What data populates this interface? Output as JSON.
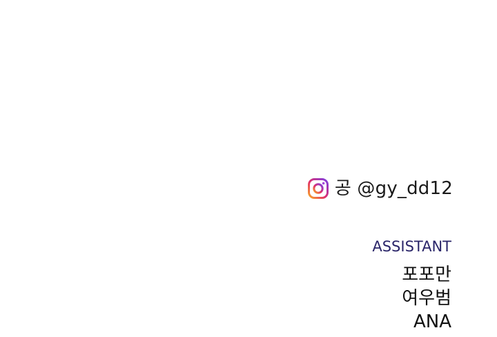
{
  "social": {
    "icon": "instagram-icon",
    "handle": "공 @gy_dd12"
  },
  "credits": {
    "role": "ASSISTANT",
    "names": [
      "포포만",
      "여우범",
      "ANA"
    ]
  },
  "colors": {
    "role_text": "#2a2569",
    "body_text": "#111111",
    "background": "#ffffff"
  }
}
